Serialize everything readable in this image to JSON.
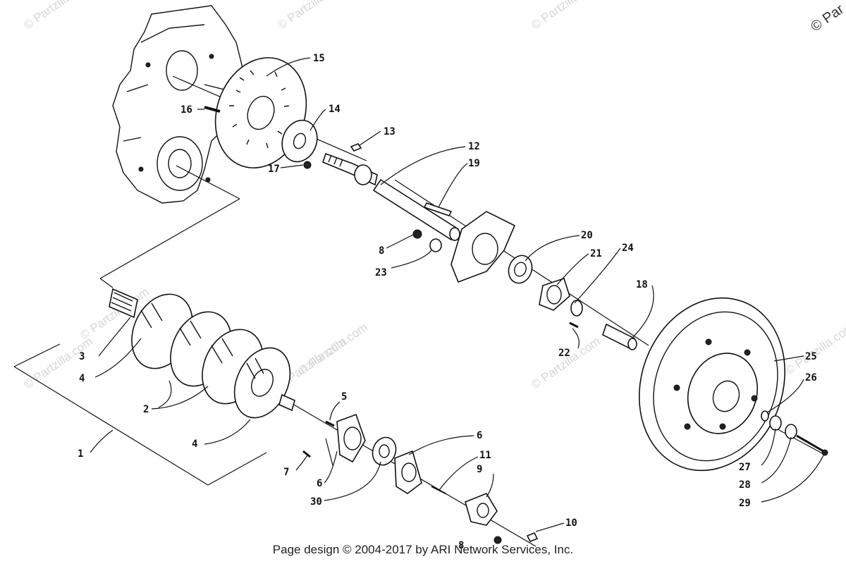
{
  "watermark_text": "© Partzilla.com",
  "corner_text": "© Par",
  "footer": "Page design © 2004-2017 by ARI Network Services, Inc.",
  "callouts": [
    {
      "label": "1"
    },
    {
      "label": "2"
    },
    {
      "label": "3"
    },
    {
      "label": "4"
    },
    {
      "label": "4"
    },
    {
      "label": "5"
    },
    {
      "label": "6"
    },
    {
      "label": "6"
    },
    {
      "label": "7"
    },
    {
      "label": "8"
    },
    {
      "label": "8"
    },
    {
      "label": "9"
    },
    {
      "label": "10"
    },
    {
      "label": "11"
    },
    {
      "label": "12"
    },
    {
      "label": "13"
    },
    {
      "label": "14"
    },
    {
      "label": "15"
    },
    {
      "label": "16"
    },
    {
      "label": "17"
    },
    {
      "label": "18"
    },
    {
      "label": "19"
    },
    {
      "label": "20"
    },
    {
      "label": "21"
    },
    {
      "label": "22"
    },
    {
      "label": "23"
    },
    {
      "label": "24"
    },
    {
      "label": "25"
    },
    {
      "label": "26"
    },
    {
      "label": "27"
    },
    {
      "label": "28"
    },
    {
      "label": "29"
    },
    {
      "label": "30"
    }
  ]
}
